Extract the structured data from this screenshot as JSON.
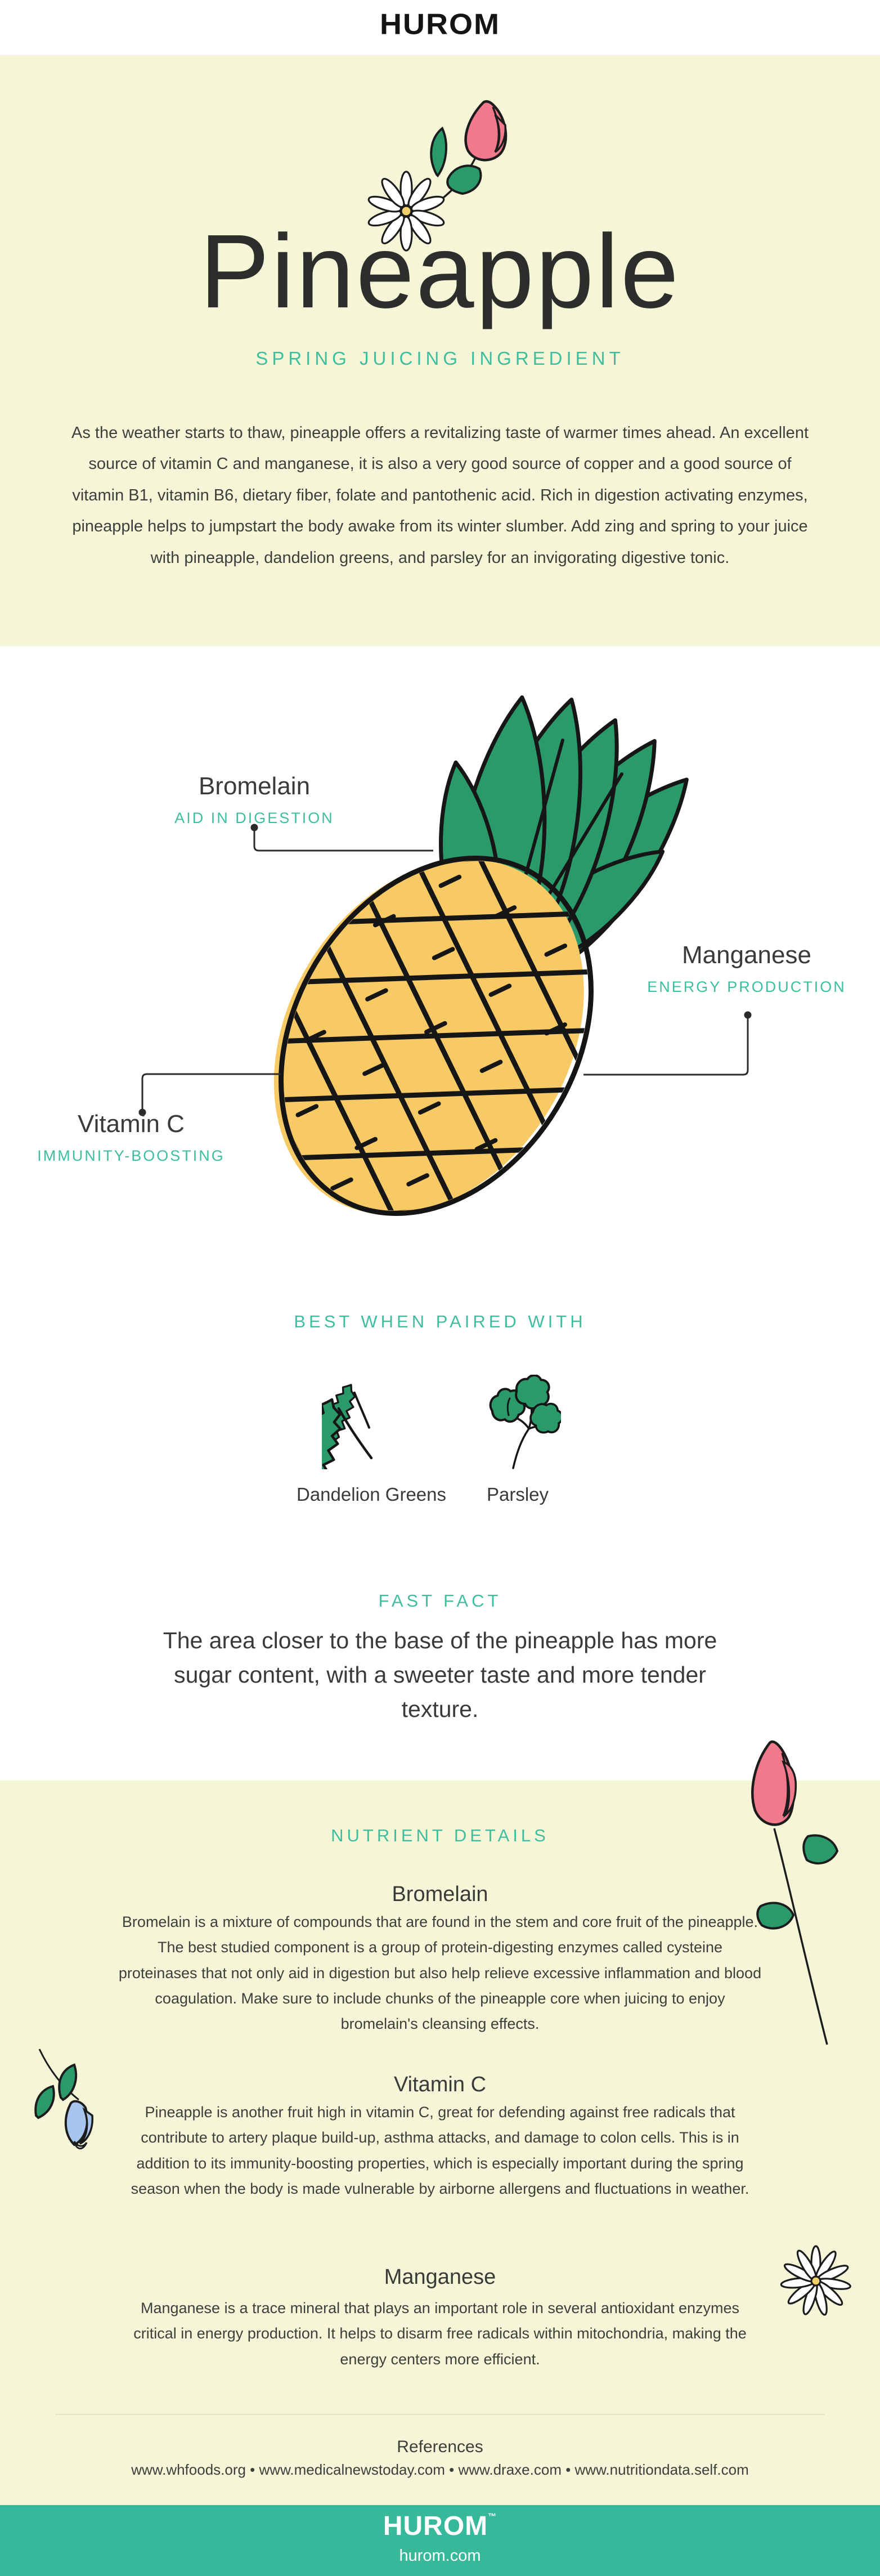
{
  "header": {
    "logo": "HUROM"
  },
  "hero": {
    "title": "Pineapple",
    "subtitle": "SPRING JUICING INGREDIENT",
    "intro": "As the weather starts to thaw, pineapple offers a revitalizing taste of warmer times ahead. An excellent source of vitamin C and manganese, it is also a very good source of copper and a good source of vitamin B1, vitamin B6, dietary fiber, folate and pantothenic acid. Rich in digestion activating enzymes, pineapple helps to jumpstart the body awake from its winter slumber. Add zing and spring to your juice with pineapple, dandelion greens, and parsley for an invigorating digestive tonic."
  },
  "diagram": {
    "nutrients": [
      {
        "name": "Bromelain",
        "benefit": "AID IN DIGESTION"
      },
      {
        "name": "Manganese",
        "benefit": "ENERGY PRODUCTION"
      },
      {
        "name": "Vitamin C",
        "benefit": "IMMUNITY-BOOSTING"
      }
    ]
  },
  "paired": {
    "header": "BEST WHEN PAIRED WITH",
    "items": [
      {
        "label": "Dandelion Greens"
      },
      {
        "label": "Parsley"
      }
    ]
  },
  "fast_fact": {
    "header": "FAST FACT",
    "text": "The area closer to the base of the pineapple has more sugar content, with a sweeter taste and more tender texture."
  },
  "nutrient_details": {
    "header": "NUTRIENT DETAILS",
    "sections": [
      {
        "title": "Bromelain",
        "body": "Bromelain is a mixture of compounds that are found in the stem and core fruit of the pineapple. The best studied component is a group of protein-digesting enzymes called cysteine proteinases that not only aid in digestion but also help relieve excessive inflammation and blood coagulation. Make sure to include chunks of the pineapple core when juicing to enjoy bromelain's cleansing effects."
      },
      {
        "title": "Vitamin C",
        "body": "Pineapple is another fruit high in vitamin C, great for defending against free radicals that contribute to artery plaque build-up, asthma attacks, and damage to colon cells. This is in addition to its immunity-boosting properties, which is especially important during the spring season when the body is made vulnerable by airborne allergens and fluctuations in weather."
      },
      {
        "title": "Manganese",
        "body": "Manganese is a trace mineral that plays an important role in several antioxidant enzymes critical in energy production. It helps to disarm free radicals within mitochondria, making the energy centers more efficient."
      }
    ]
  },
  "references": {
    "header": "References",
    "sources": "www.whfoods.org • www.medicalnewstoday.com • www.draxe.com • www.nutritiondata.self.com"
  },
  "footer": {
    "logo": "HUROM",
    "trademark": "™",
    "website": "hurom.com"
  },
  "illustrations": [
    "spring-flowers",
    "pineapple",
    "dandelion-greens-leaf",
    "parsley-sprig",
    "rose-stem",
    "blue-tulip",
    "daisy"
  ],
  "colors": {
    "accent_teal": "#3EBE9E",
    "footer_teal": "#38B89B",
    "band_yellow": "#F5F6D7",
    "pineapple_yellow": "#F8CA66",
    "leaf_green": "#2B9A6B",
    "rose_pink": "#F0798C",
    "blue_flower": "#A8C6ED",
    "daisy_center": "#F2D06B",
    "text_dark": "#3E3E3B",
    "logo_black": "#141414"
  }
}
